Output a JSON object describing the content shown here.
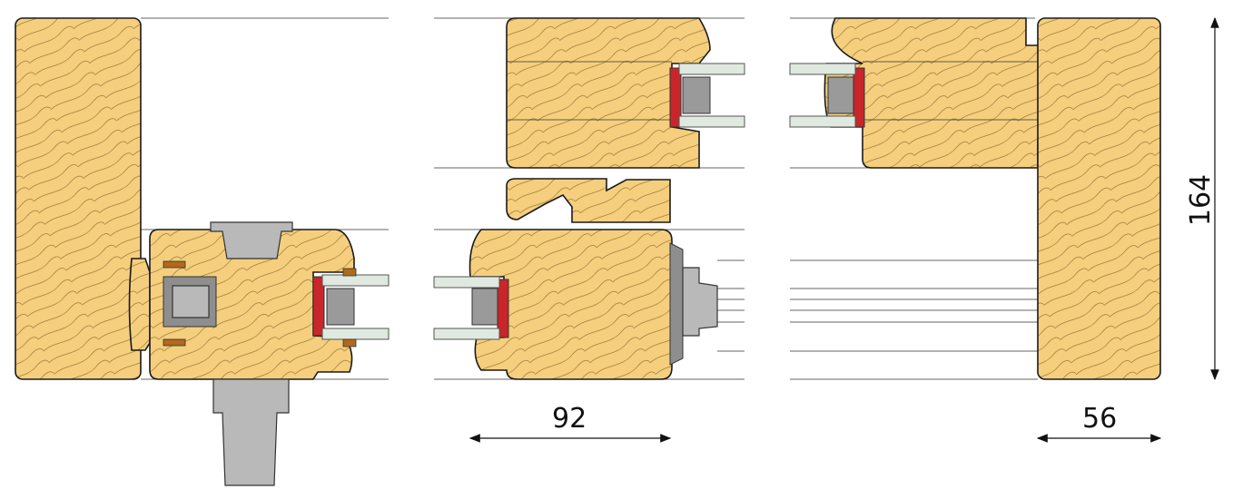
{
  "dimensions": {
    "width_sash_label": "92",
    "width_frame_label": "56",
    "height_label": "164"
  },
  "colors": {
    "wood": "#f5cf7e",
    "seal": "#c8262a",
    "hardware": "#b9b9b9",
    "glass": "#dfe9df"
  }
}
